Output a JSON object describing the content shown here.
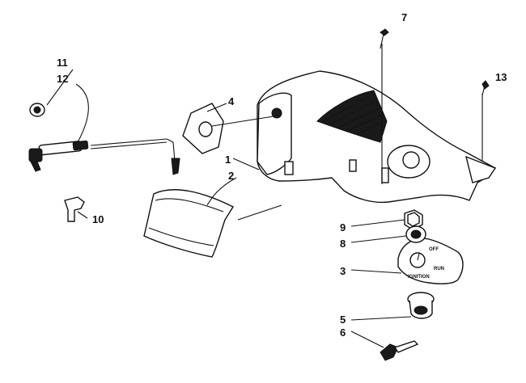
{
  "diagram": {
    "callouts": {
      "c1": "1",
      "c2": "2",
      "c3": "3",
      "c4": "4",
      "c5": "5",
      "c6": "6",
      "c7": "7",
      "c8": "8",
      "c9": "9",
      "c10": "10",
      "c11": "11",
      "c12": "12",
      "c13": "13"
    },
    "decal": {
      "off": "OFF",
      "run": "RUN",
      "ignition": "IGNITION"
    }
  }
}
